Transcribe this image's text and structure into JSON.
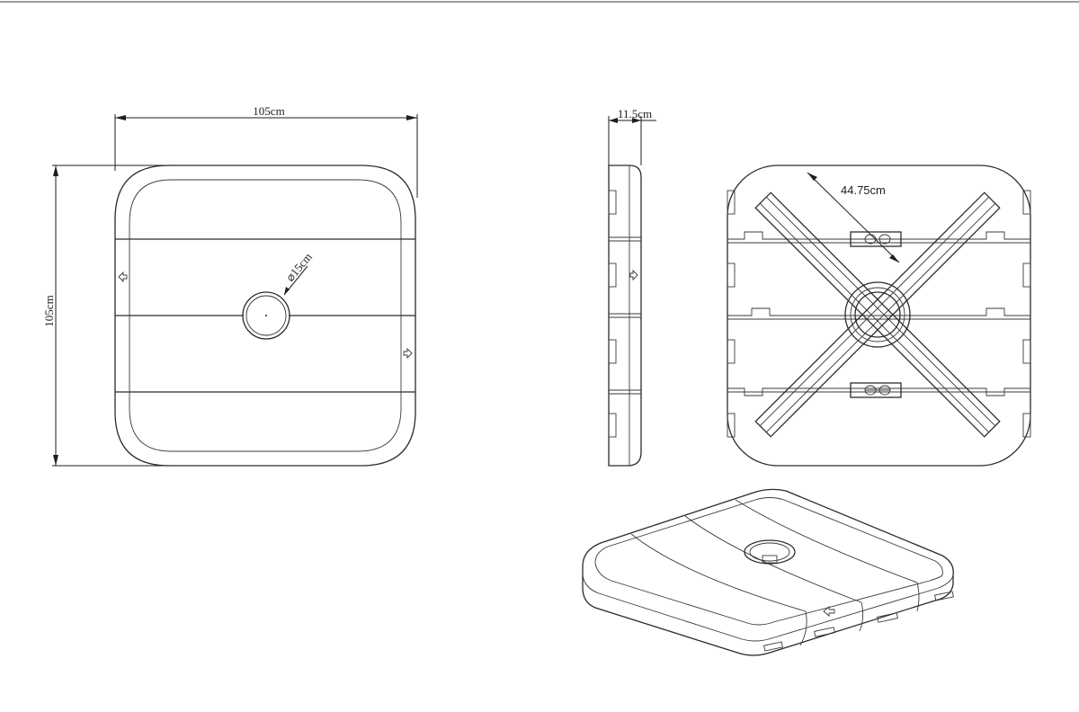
{
  "dimensions": {
    "top_width": "105cm",
    "top_height": "105cm",
    "hole_diameter": "⌀15cm",
    "side_thickness": "11.5cm",
    "bottom_arm": "44.75cm"
  },
  "colors": {
    "line": "#2b2b2b",
    "background": "#ffffff"
  }
}
